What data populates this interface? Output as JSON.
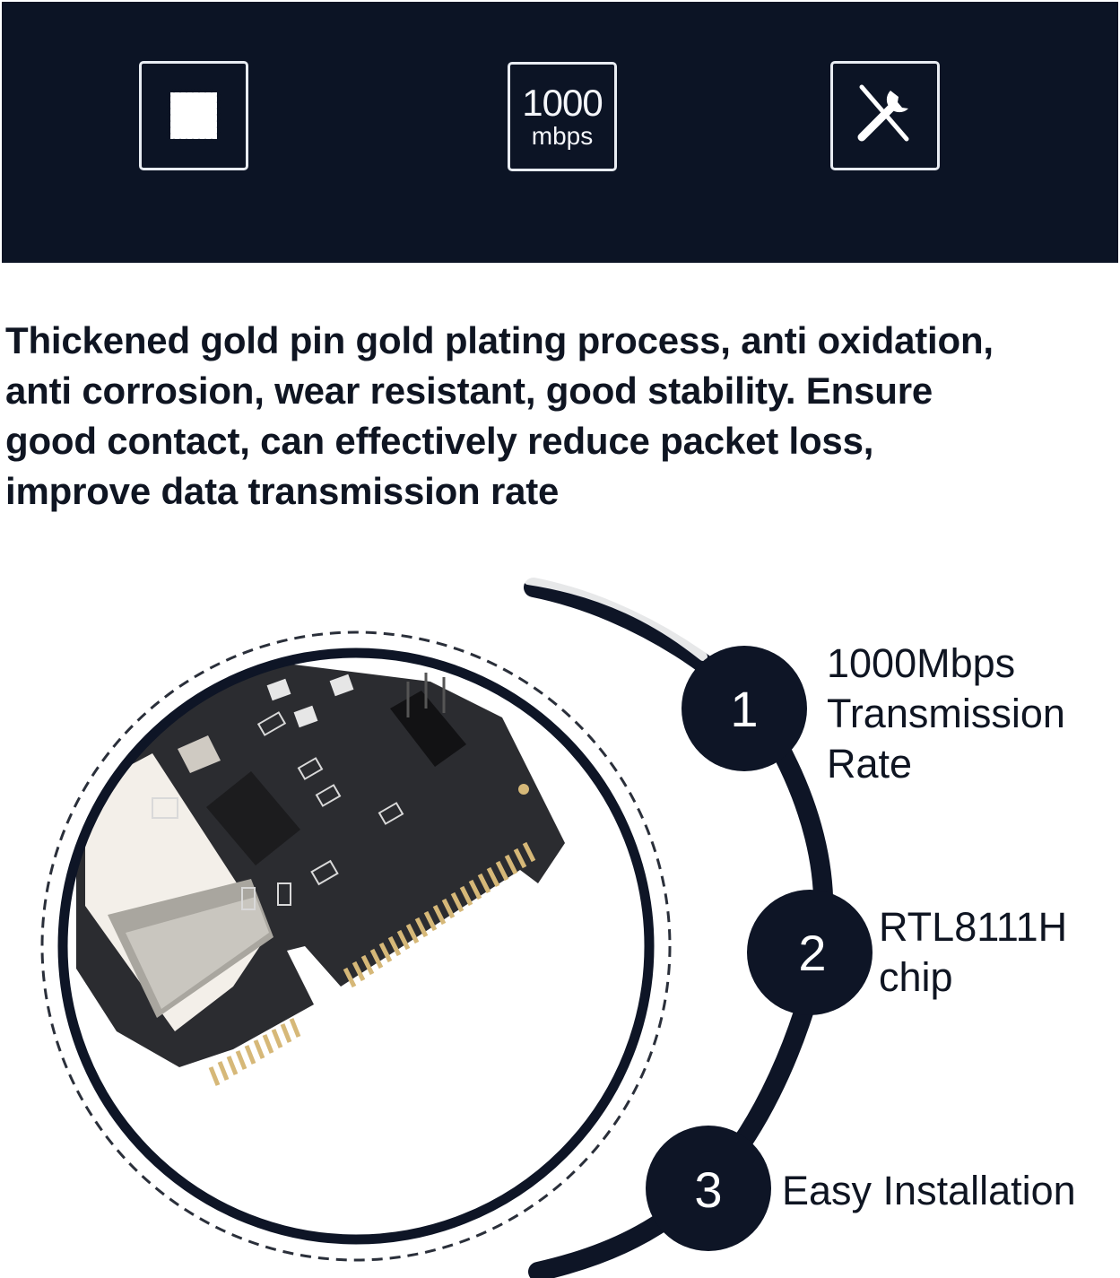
{
  "banner": {
    "background_color": "#0c1425",
    "features": [
      {
        "icon": "chip-icon",
        "label": ""
      },
      {
        "icon": "speed-badge",
        "number": "1000",
        "unit": "mbps"
      },
      {
        "icon": "tools-icon",
        "label": ""
      }
    ]
  },
  "description": {
    "lines": [
      "Thickened gold pin gold plating process, anti oxidation,",
      "anti corrosion, wear resistant, good stability. Ensure",
      "good contact, can effectively reduce packet loss,",
      "improve data transmission rate"
    ]
  },
  "diagram": {
    "accent_color": "#0e1526",
    "product_image": "pcie-network-card-closeup",
    "highlights": [
      {
        "number": "1",
        "lines": [
          "1000Mbps",
          "Transmission",
          "Rate"
        ]
      },
      {
        "number": "2",
        "lines": [
          "RTL8111H",
          "chip"
        ]
      },
      {
        "number": "3",
        "lines": [
          "Easy Installation"
        ]
      }
    ]
  }
}
